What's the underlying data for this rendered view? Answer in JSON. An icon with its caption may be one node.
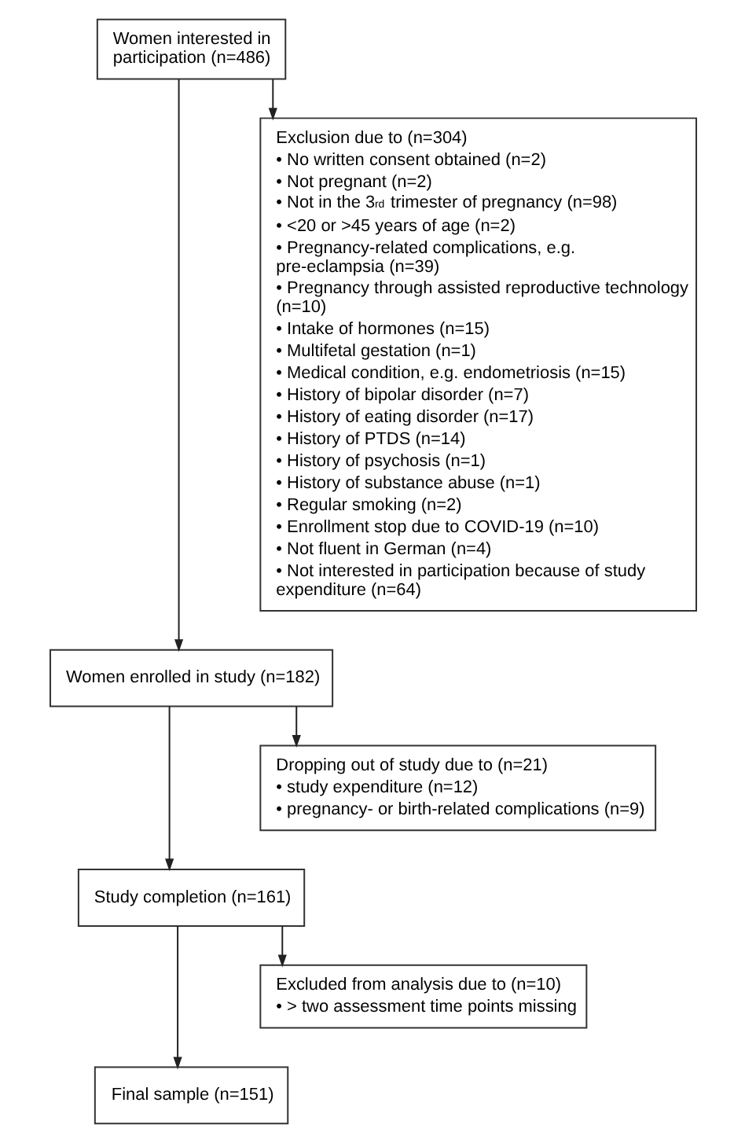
{
  "diagram": {
    "nodes": [
      {
        "text": [
          "Women interested in participation (n=486)"
        ]
      },
      {
        "text": [
          "Exclusion due to (n=304)",
          "• No written consent obtained (n=2)",
          "• Not pregnant (n=2)",
          "• Not in the 3$^{rd}$ trimester of pregnancy (n=98)",
          "• <20 or >45 years of age (n=2)",
          "• Pregnancy-related complications, e.g. pre-eclampsia (n=39)",
          "• Pregnancy through assisted reproductive technology (n=10)",
          "• Intake of hormones (n=15)",
          "• Multifetal gestation (n=1)",
          "• Medical condition, e.g. endometriosis (n=15)",
          "• History of bipolar disorder (n=7)",
          "• History of eating disorder (n=17)",
          "• History of PTDS (n=14)",
          "• History of psychosis (n=1)",
          "• History of substance abuse (n=1)",
          "• Regular smoking (n=2)",
          "• Enrollment stop due to COVID-19 (n=10)",
          "• Not fluent in German (n=4)",
          "• Not interested in participation because of study expenditure (n=64)"
        ]
      },
      {
        "text": [
          "Women enrolled in study (n=182)"
        ]
      },
      {
        "text": [
          "Dropping out of study due to (n=21)",
          "• study expenditure (n=12)",
          "• pregnancy- or birth-related complications (n=9)"
        ]
      },
      {
        "text": [
          "Study completion (n=161)"
        ]
      },
      {
        "text": [
          "Excluded from analysis due to (n=10)",
          "• > two assessment time points missing"
        ]
      },
      {
        "text": [
          "Final sample (n=151)"
        ]
      }
    ],
    "edges": [
      {
        "from": 0,
        "to": 1,
        "arrow": "to"
      },
      {
        "from": 0,
        "to": 2,
        "arrow": "to"
      },
      {
        "from": 2,
        "to": 3,
        "arrow": "to"
      },
      {
        "from": 2,
        "to": 4,
        "arrow": "to"
      },
      {
        "from": 4,
        "to": 5,
        "arrow": "to"
      },
      {
        "from": 4,
        "to": 6,
        "arrow": "to"
      }
    ]
  }
}
